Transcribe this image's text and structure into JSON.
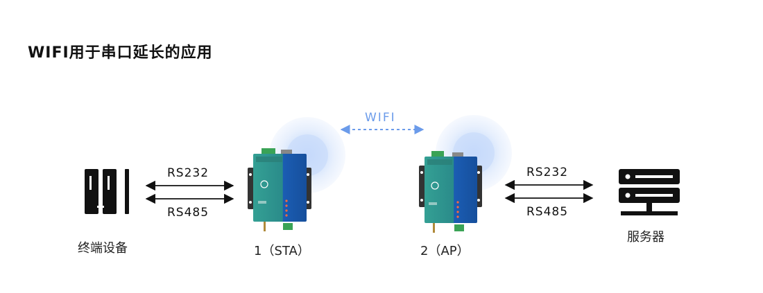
{
  "title": "WIFI用于串口延长的应用",
  "wifi_label": "WIFI",
  "left_device_label": "终端设备",
  "right_device_label": "服务器",
  "node1_label": "1（STA）",
  "node2_label": "2（AP）",
  "left_links": {
    "top": "RS232",
    "bottom": "RS485"
  },
  "right_links": {
    "top": "RS232",
    "bottom": "RS485"
  },
  "colors": {
    "wifi_accent": "#6b9bea",
    "halo": "#cfe0fb",
    "device_blue": "#1d5fb5",
    "device_teal": "#2f8f86",
    "connector_green": "#3aa356",
    "icon_dark": "#111111"
  },
  "icons": {
    "terminal": "terminal-device-icon",
    "server": "server-icon"
  }
}
